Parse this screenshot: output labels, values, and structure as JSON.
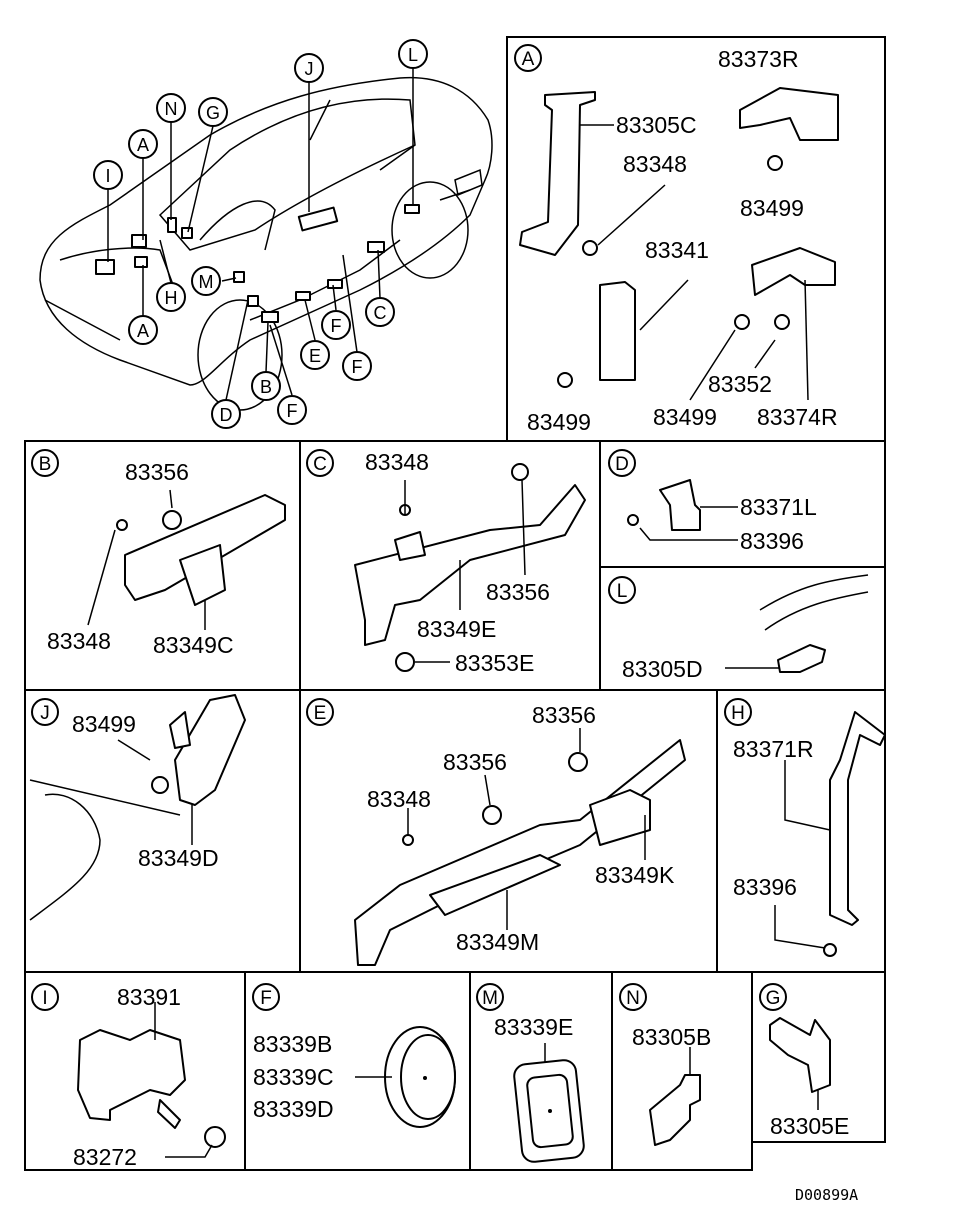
{
  "diagram_code": "D00899A",
  "overview": {
    "callouts": [
      "I",
      "A",
      "N",
      "G",
      "J",
      "L",
      "M",
      "H",
      "A",
      "D",
      "B",
      "F",
      "E",
      "F",
      "F",
      "C"
    ]
  },
  "panels": {
    "A": {
      "letter": "A",
      "parts": [
        "83373R",
        "83305C",
        "83348",
        "83499",
        "83341",
        "83499",
        "83352",
        "83499",
        "83374R"
      ]
    },
    "B": {
      "letter": "B",
      "parts": [
        "83356",
        "83348",
        "83349C"
      ]
    },
    "C": {
      "letter": "C",
      "parts": [
        "83348",
        "83356",
        "83349E",
        "83353E"
      ]
    },
    "D": {
      "letter": "D",
      "parts": [
        "83371L",
        "83396"
      ]
    },
    "L": {
      "letter": "L",
      "parts": [
        "83305D"
      ]
    },
    "J": {
      "letter": "J",
      "parts": [
        "83499",
        "83349D"
      ]
    },
    "E": {
      "letter": "E",
      "parts": [
        "83356",
        "83356",
        "83348",
        "83349K",
        "83349M"
      ]
    },
    "H": {
      "letter": "H",
      "parts": [
        "83371R",
        "83396"
      ]
    },
    "I": {
      "letter": "I",
      "parts": [
        "83391",
        "83272"
      ]
    },
    "F": {
      "letter": "F",
      "parts": [
        "83339B",
        "83339C",
        "83339D"
      ]
    },
    "M": {
      "letter": "M",
      "parts": [
        "83339E"
      ]
    },
    "N": {
      "letter": "N",
      "parts": [
        "83305B"
      ]
    },
    "G": {
      "letter": "G",
      "parts": [
        "83305E"
      ]
    }
  }
}
